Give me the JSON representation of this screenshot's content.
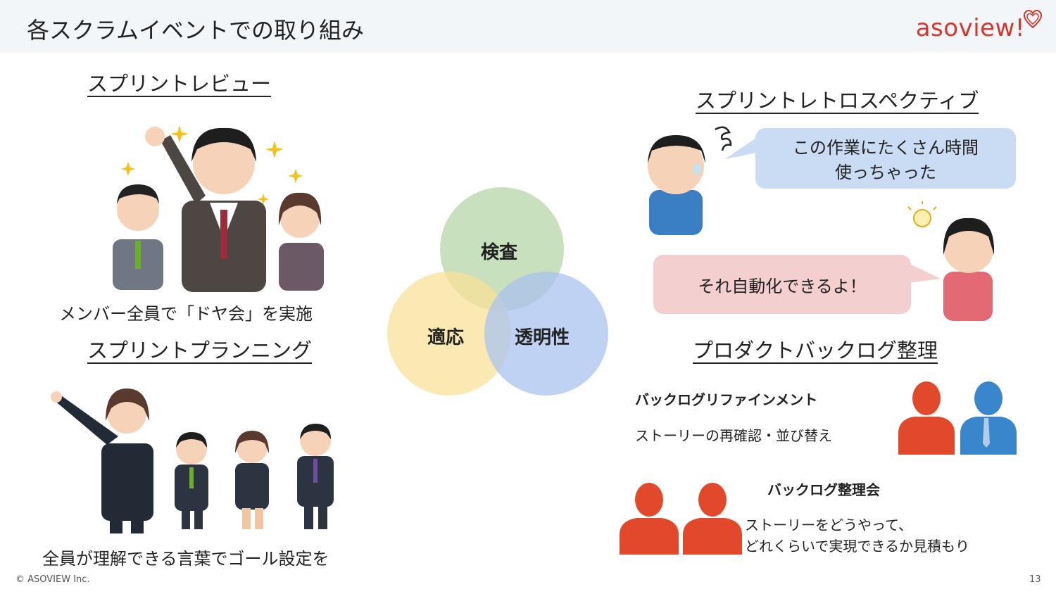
{
  "header": {
    "title": "各スクラムイベントでの取り組み",
    "logo_text": "asoview!",
    "logo_color": "#d9362b"
  },
  "sprint_review": {
    "heading": "スプリントレビュー",
    "caption": "メンバー全員で「ドヤ会」を実施"
  },
  "sprint_planning": {
    "heading": "スプリントプランニング",
    "caption": "全員が理解できる言葉でゴール設定を"
  },
  "venn": {
    "inspection": "検査",
    "adaptation": "適応",
    "transparency": "透明性",
    "colors": {
      "inspection": "#b5d6a7",
      "adaptation": "#f9e29a",
      "transparency": "#a9c3ef"
    }
  },
  "retrospective": {
    "heading": "スプリントレトロスペクティブ",
    "bubble_blue_line1": "この作業にたくさん時間",
    "bubble_blue_line2": "使っちゃった",
    "bubble_pink": "それ自動化できるよ！"
  },
  "backlog": {
    "heading": "プロダクトバックログ整理",
    "refinement_title": "バックログリファインメント",
    "refinement_desc": "ストーリーの再確認・並び替え",
    "meeting_title": "バックログ整理会",
    "meeting_desc_line1": "ストーリーをどうやって、",
    "meeting_desc_line2": "どれくらいで実現できるか見積もり"
  },
  "footer": {
    "copyright": "© ASOVIEW Inc.",
    "page_number": "13"
  },
  "icons": {
    "person_red": "#e2492a",
    "person_blue": "#3a86cc"
  }
}
